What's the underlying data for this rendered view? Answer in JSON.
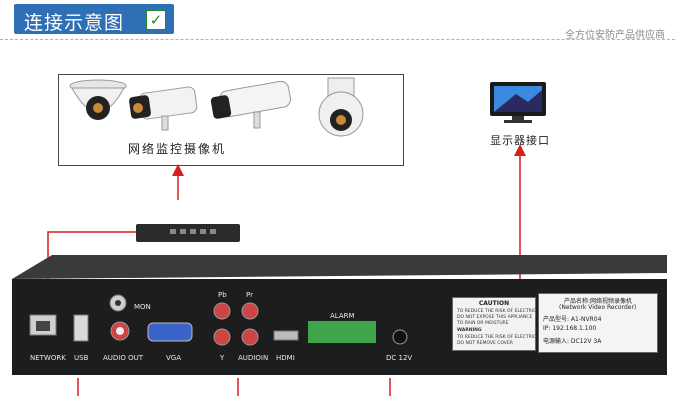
{
  "header": {
    "title": "连接示意图",
    "brand": "全方位安防产品供应商"
  },
  "cameras": {
    "label": "网络监控摄像机"
  },
  "monitor": {
    "label": "显示器接口"
  },
  "dvr": {
    "ports": {
      "network": "NETWORK",
      "usb": "USB",
      "audio_out": "AUDIO OUT",
      "mon": "MON",
      "vga": "VGA",
      "pb": "Pb",
      "pr": "Pr",
      "y": "Y",
      "audio_in": "AUDIOIN",
      "hdmi": "HDMI",
      "dc": "DC 12V",
      "alarm": "ALARM"
    },
    "caution": {
      "title": "CAUTION",
      "line1": "TO REDUCE THE RISK OF ELECTRIC SHOCK,",
      "line2": "DO NOT EXPOSE THIS APPLIANCE",
      "line3": "TO RAIN OR MOISTURE",
      "warning": "WARNING",
      "line4": "TO REDUCE THE RISK OF ELECTRIC SHOCK,",
      "line5": "DO NOT REMOVE COVER"
    },
    "label": {
      "head": "产品名称:网络视频录像机",
      "subhead": "(Network Video Recorder)",
      "model": "产品型号: A1-NVR04",
      "ip": "IP: 192.168.1.100",
      "power": "电源输入: DC12V 3A"
    }
  },
  "colors": {
    "accent": "#2f6fb5",
    "arrow": "#d61f1f",
    "panel": "#1d1d1d"
  }
}
